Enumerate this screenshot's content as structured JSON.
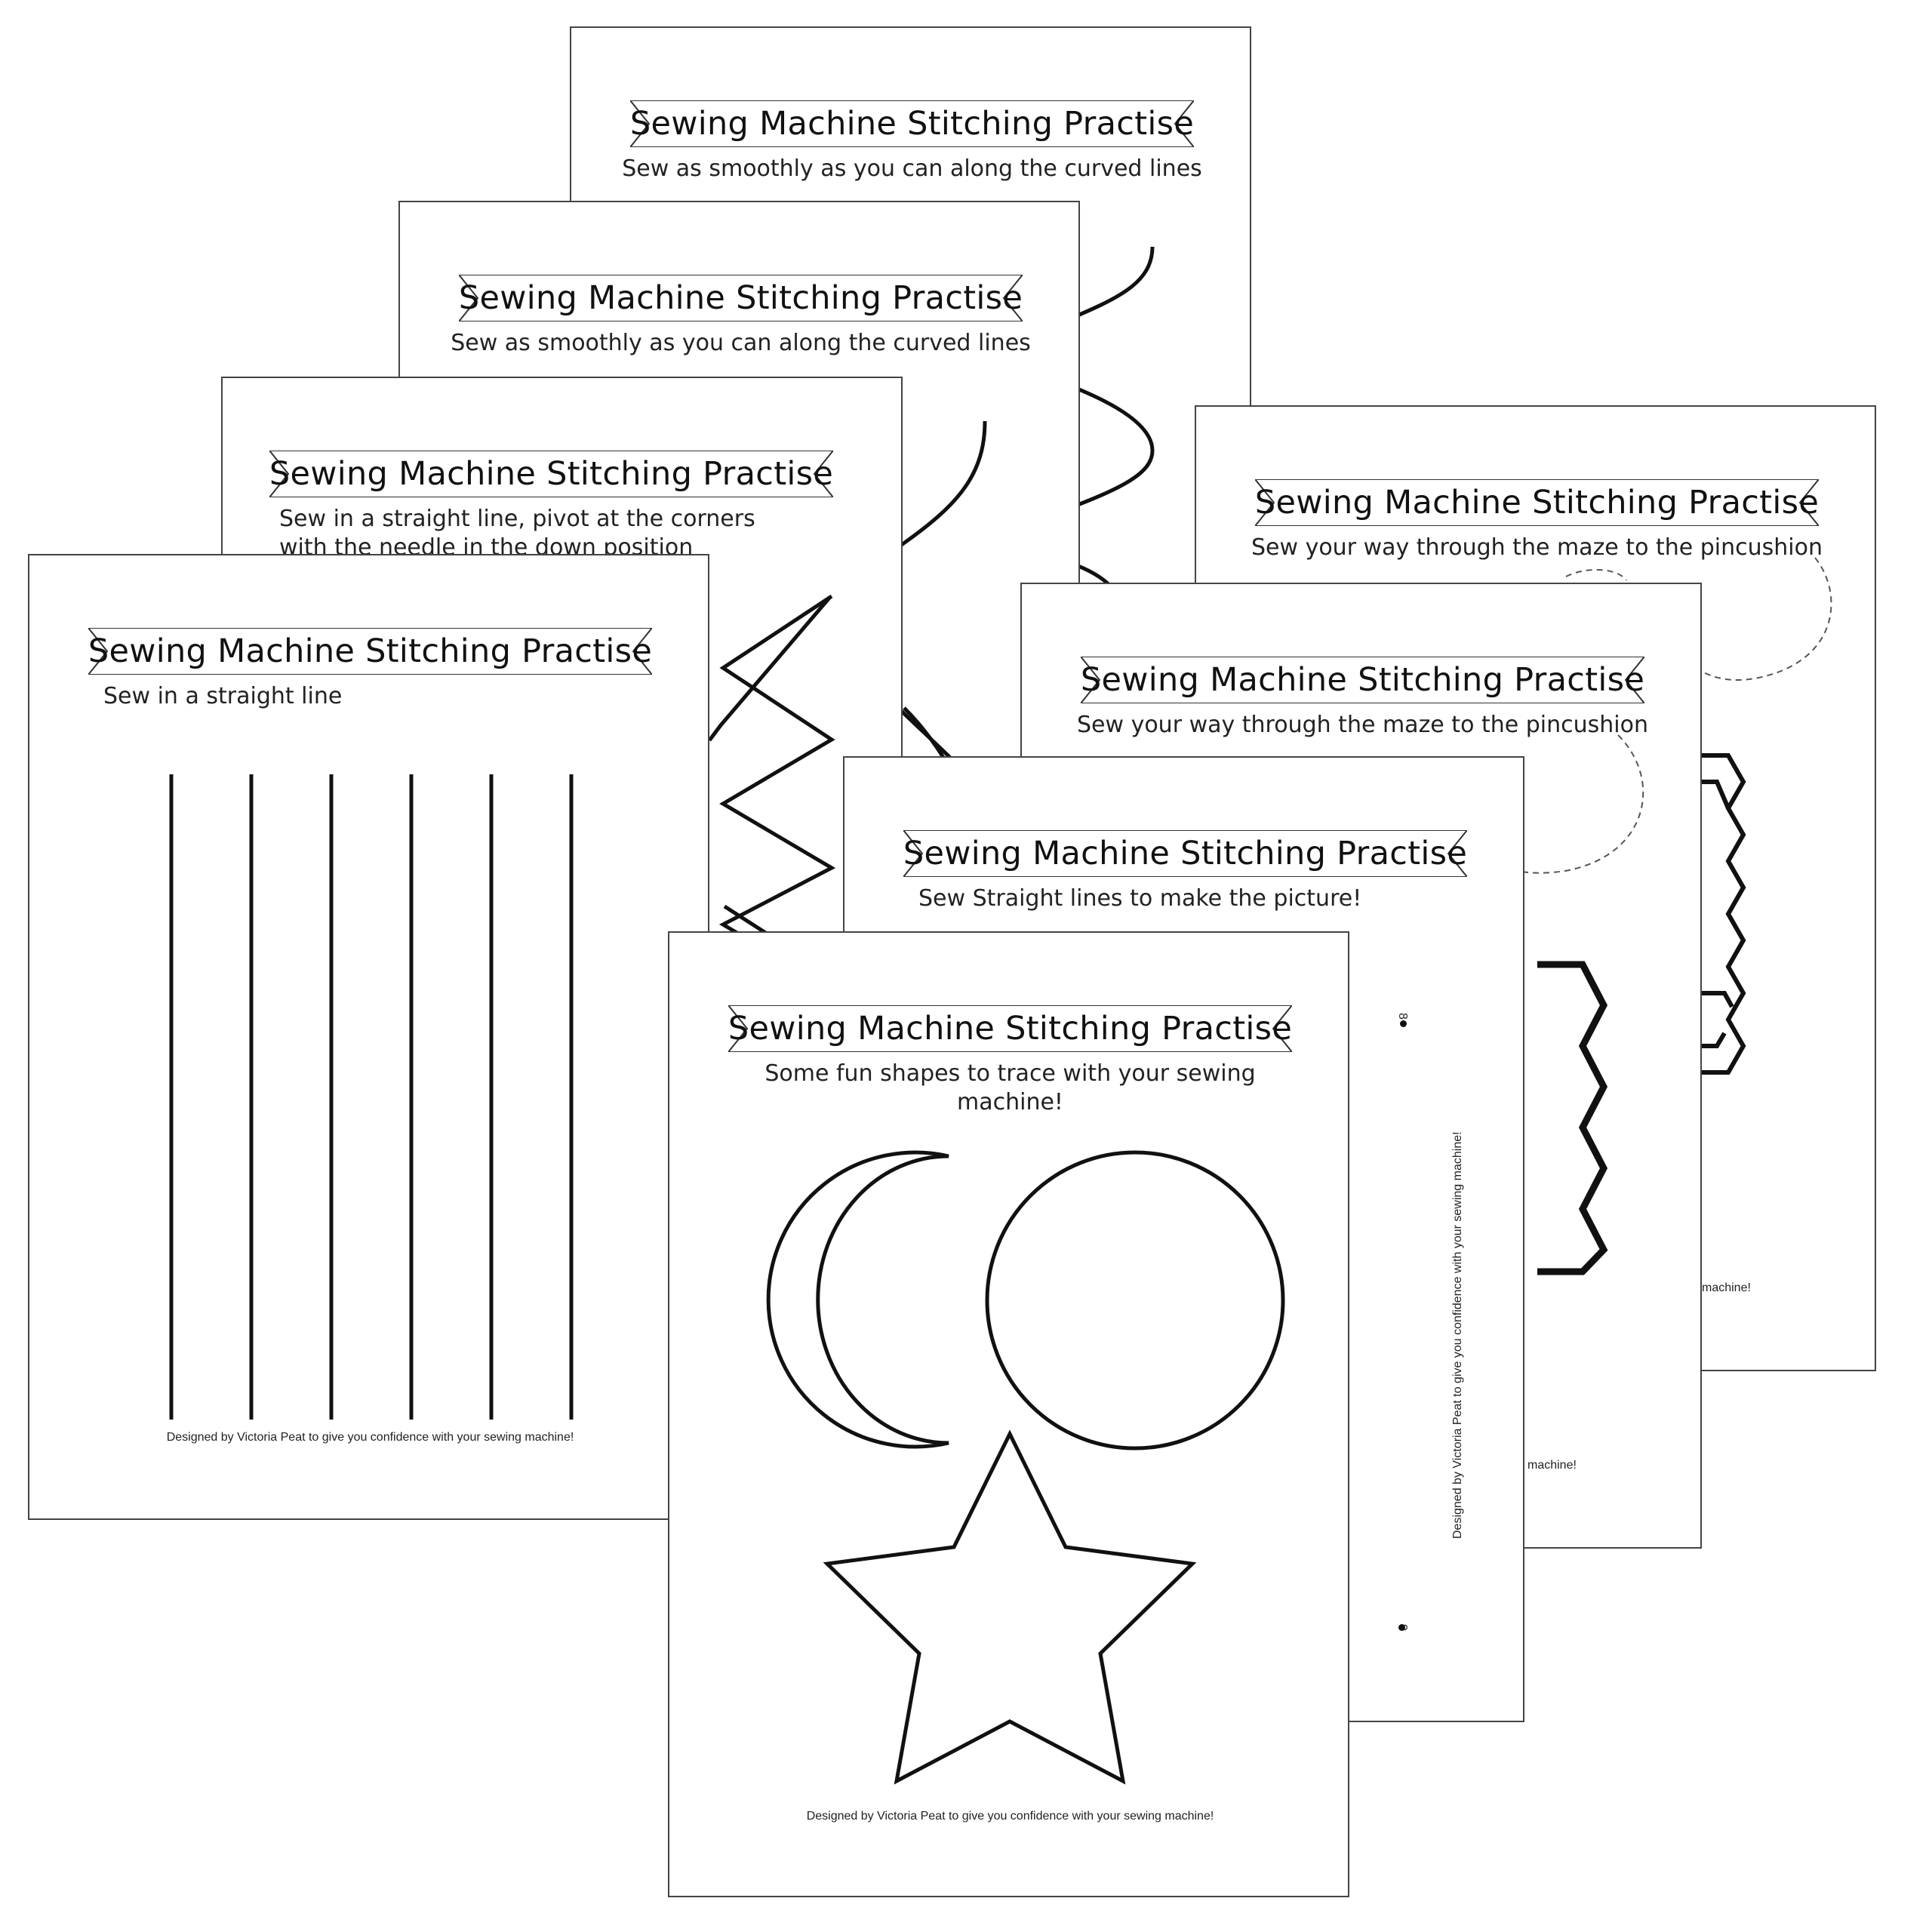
{
  "sheets": {
    "curved_back": {
      "title": "Sewing Machine Stitching Practise",
      "instruction": "Sew as smoothly as you can along the curved lines"
    },
    "curved_front": {
      "title": "Sewing Machine Stitching Practise",
      "instruction": "Sew as smoothly as you can along the curved lines"
    },
    "corners": {
      "title": "Sewing Machine Stitching Practise",
      "instruction": "Sew in a straight line, pivot at the corners with the needle in the down position"
    },
    "straight": {
      "title": "Sewing Machine Stitching Practise",
      "instruction": "Sew in a straight line",
      "footer": "Designed by Victoria Peat to give you confidence with your sewing machine!"
    },
    "maze_back": {
      "title": "Sewing Machine Stitching Practise",
      "instruction": "Sew your way through the maze to the pincushion",
      "footer_fragment": "machine!"
    },
    "maze_front": {
      "title": "Sewing Machine Stitching Practise",
      "instruction": "Sew your way through the maze to the pincushion",
      "footer_fragment": "machine!"
    },
    "picture": {
      "title": "Sewing Machine Stitching Practise",
      "instruction": "Sew Straight lines to make the picture!",
      "footer": "Designed by Victoria Peat to give you confidence with your sewing machine!",
      "page_num_top": "8",
      "page_num_bottom": "9"
    },
    "shapes": {
      "title": "Sewing Machine Stitching Practise",
      "instruction": "Some fun shapes to trace with your sewing machine!",
      "footer": "Designed by Victoria Peat to give you confidence with your sewing machine!",
      "shape_names": [
        "crescent-moon",
        "circle",
        "star"
      ]
    }
  }
}
